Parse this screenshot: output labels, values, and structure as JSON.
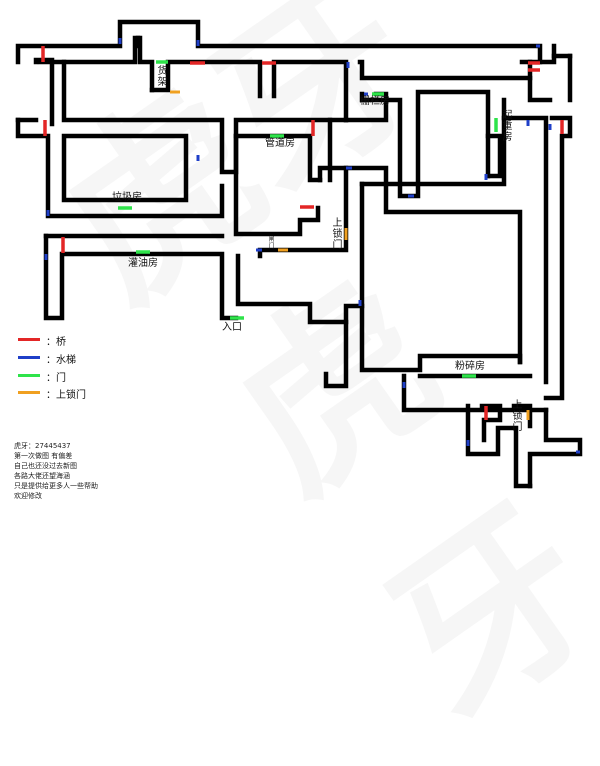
{
  "rooms": {
    "huojia": "货架",
    "shanlanfang": "栅栏房",
    "qizhongfang": "起重房",
    "guandaofang": "管道房",
    "lajifang": "垃圾房",
    "guanyoufang": "灌油房",
    "rukou": "入口",
    "fensuifang": "粉碎房",
    "shangsuomen_1": "上锁门",
    "shangsuomen_2": "上锁门",
    "small_gate": "闸门"
  },
  "legend": [
    {
      "label": "：桥",
      "color": "#e32626",
      "icon": "bridge-marker"
    },
    {
      "label": "：水梯",
      "color": "#1f3fc8",
      "icon": "ladder-marker"
    },
    {
      "label": "：门",
      "color": "#2ee34a",
      "icon": "door-marker"
    },
    {
      "label": "：上锁门",
      "color": "#f0a020",
      "icon": "locked-door-marker"
    }
  ],
  "notes": [
    "虎牙：27445437",
    "第一次做图 有偏差",
    "自己也还没过去新图",
    "各路大佬还望海涵",
    "只是提供给更多人一些帮助",
    "欢迎修改"
  ],
  "watermark": "虎牙",
  "colors": {
    "wall": "#000000",
    "bridge": "#e32626",
    "ladder": "#1f3fc8",
    "door": "#2ee34a",
    "locked": "#f0a020"
  }
}
